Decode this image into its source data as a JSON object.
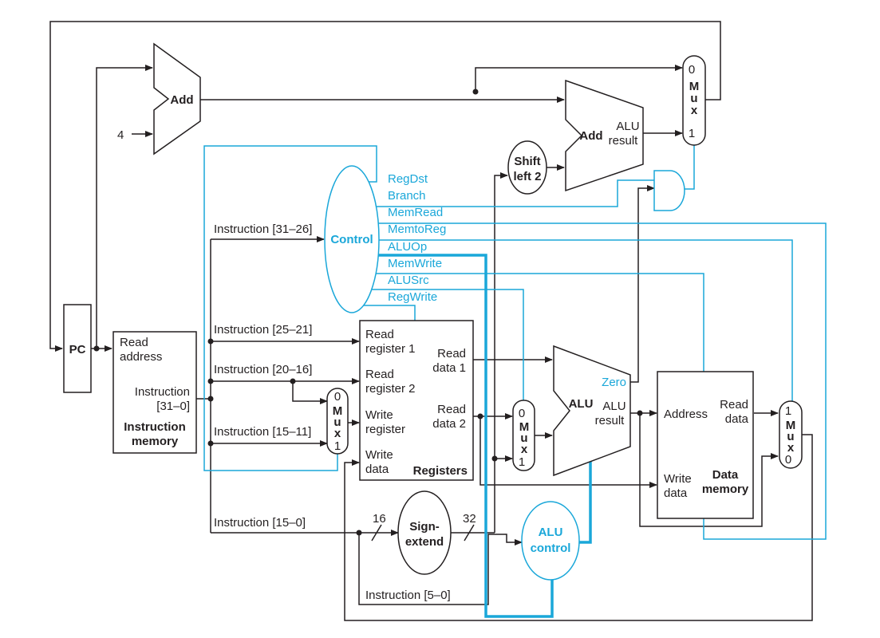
{
  "colors": {
    "datapath": "#231f20",
    "control": "#1aa7d9",
    "background": "#ffffff"
  },
  "units": {
    "pc": "PC",
    "add_pc": "Add",
    "const_four": "4",
    "instr_mem": {
      "line1": "Read",
      "line2": "address",
      "out1": "Instruction",
      "out2": "[31–0]",
      "name1": "Instruction",
      "name2": "memory"
    },
    "control": "Control",
    "registers": {
      "rr1a": "Read",
      "rr1b": "register 1",
      "rr2a": "Read",
      "rr2b": "register 2",
      "wra": "Write",
      "wrb": "register",
      "wda": "Write",
      "wdb": "data",
      "rd1a": "Read",
      "rd1b": "data 1",
      "rd2a": "Read",
      "rd2b": "data 2",
      "name": "Registers"
    },
    "sign_extend": {
      "a": "Sign-",
      "b": "extend",
      "in_bits": "16",
      "out_bits": "32"
    },
    "shift_left": {
      "a": "Shift",
      "b": "left 2"
    },
    "add_branch": {
      "name": "Add",
      "r1": "ALU",
      "r2": "result"
    },
    "alu": {
      "name": "ALU",
      "zero": "Zero",
      "r1": "ALU",
      "r2": "result"
    },
    "alu_control": {
      "a": "ALU",
      "b": "control"
    },
    "data_mem": {
      "addr": "Address",
      "rda": "Read",
      "rdb": "data",
      "wda": "Write",
      "wdb": "data",
      "name1": "Data",
      "name2": "memory"
    },
    "mux": {
      "m": "M",
      "u": "u",
      "x": "x",
      "zero": "0",
      "one": "1"
    }
  },
  "control_signals": [
    "RegDst",
    "Branch",
    "MemRead",
    "MemtoReg",
    "ALUOp",
    "MemWrite",
    "ALUSrc",
    "RegWrite"
  ],
  "instruction_fields": {
    "f31_26": "Instruction [31–26]",
    "f25_21": "Instruction [25–21]",
    "f20_16": "Instruction [20–16]",
    "f15_11": "Instruction [15–11]",
    "f15_0": "Instruction [15–0]",
    "f5_0": "Instruction [5–0]"
  }
}
